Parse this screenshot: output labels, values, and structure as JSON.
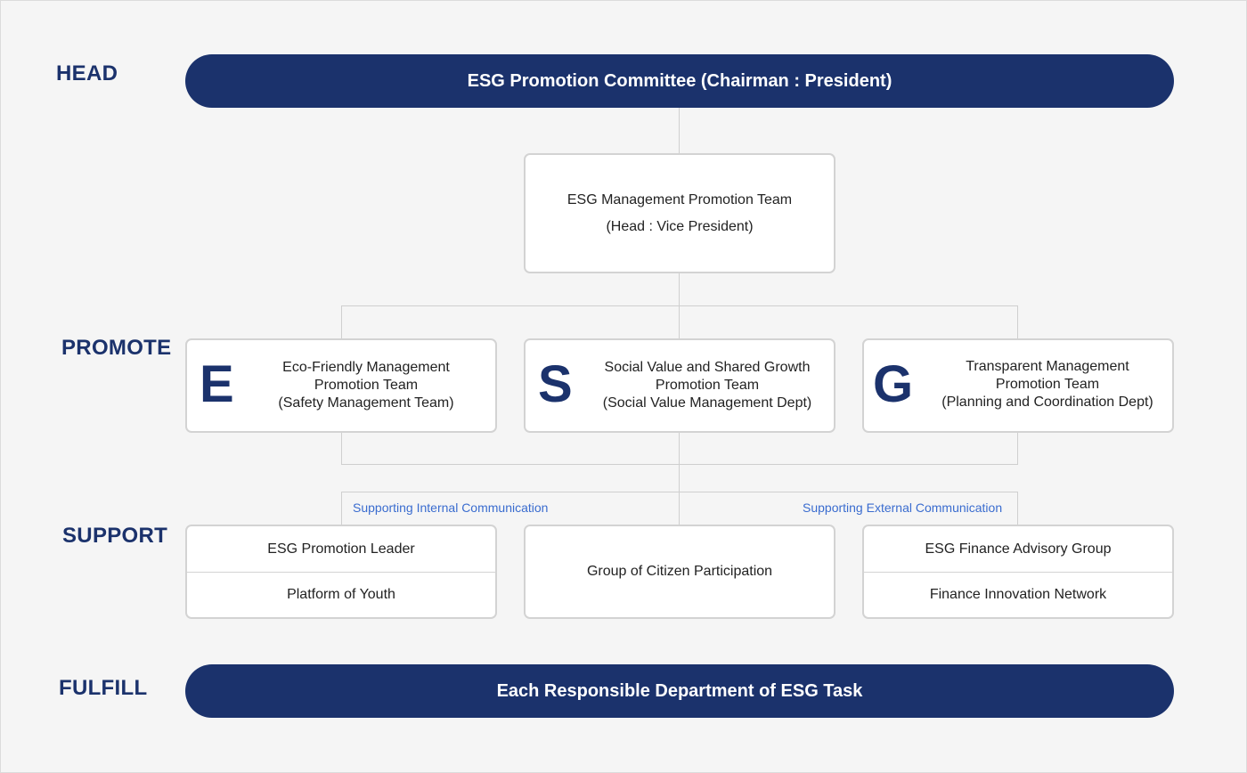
{
  "levels": {
    "head": "HEAD",
    "promote": "PROMOTE",
    "support": "SUPPORT",
    "fulfill": "FULFILL"
  },
  "head_bar": "ESG Promotion Committee (Chairman : President)",
  "management_team": {
    "name": "ESG Management Promotion Team",
    "head": "(Head : Vice President)"
  },
  "promote_teams": [
    {
      "letter": "E",
      "line1": "Eco-Friendly Management",
      "line2": "Promotion Team",
      "line3": "(Safety Management Team)"
    },
    {
      "letter": "S",
      "line1": "Social Value and Shared Growth",
      "line2": "Promotion Team",
      "line3": "(Social Value Management Dept)"
    },
    {
      "letter": "G",
      "line1": "Transparent Management",
      "line2": "Promotion Team",
      "line3": "(Planning and Coordination Dept)"
    }
  ],
  "communication": {
    "internal": "Supporting Internal Communication",
    "external": "Supporting External Communication"
  },
  "support_groups": {
    "left": [
      "ESG Promotion Leader",
      "Platform of Youth"
    ],
    "center": "Group of Citizen Participation",
    "right": [
      "ESG Finance Advisory Group",
      "Finance Innovation Network"
    ]
  },
  "fulfill_bar": "Each Responsible Department of ESG Task"
}
